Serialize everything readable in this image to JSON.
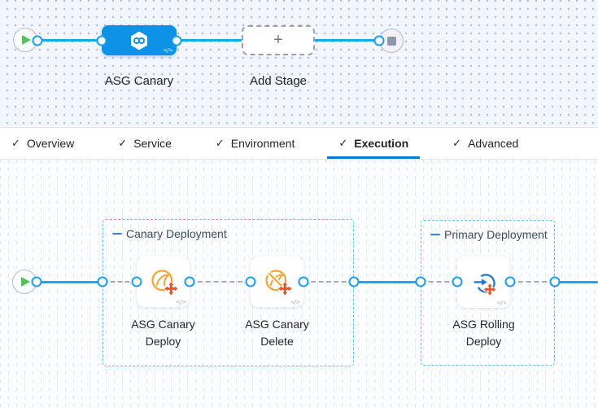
{
  "ui": {
    "check_glyph": "✓",
    "code_glyph": "</>",
    "plus_glyph": "+"
  },
  "stage_graph": {
    "start_icon": "play",
    "stage_label": "ASG Canary",
    "add_stage_label": "Add Stage",
    "end_icon": "stop"
  },
  "tabs": [
    {
      "label": "Overview",
      "checked": true
    },
    {
      "label": "Service",
      "checked": true
    },
    {
      "label": "Environment",
      "checked": true
    },
    {
      "label": "Execution",
      "checked": true
    },
    {
      "label": "Advanced",
      "checked": true
    }
  ],
  "active_tab": "Execution",
  "execution_graph": {
    "groups": [
      {
        "title": "Canary Deployment",
        "steps": [
          {
            "label": "ASG Canary Deploy",
            "icon": "asg-deploy"
          },
          {
            "label": "ASG Canary Delete",
            "icon": "asg-delete"
          }
        ]
      },
      {
        "title": "Primary Deployment",
        "steps": [
          {
            "label": "ASG Rolling Deploy",
            "icon": "asg-rolling-deploy"
          }
        ]
      }
    ]
  },
  "colors": {
    "connector_blue": "#18A8EC",
    "stage_node_blue": "#0C93E6",
    "tab_underline_blue": "#0278D5",
    "play_green": "#57C05C",
    "group_border_blue": "#5FC3EF",
    "group_dash_blue": "#3084E6",
    "asg_orange": "#F2A63B",
    "scale_cross_orange": "#E2572A",
    "rolling_blue": "#2E79D0",
    "dashed_connector_gray": "#A7ABBC"
  }
}
